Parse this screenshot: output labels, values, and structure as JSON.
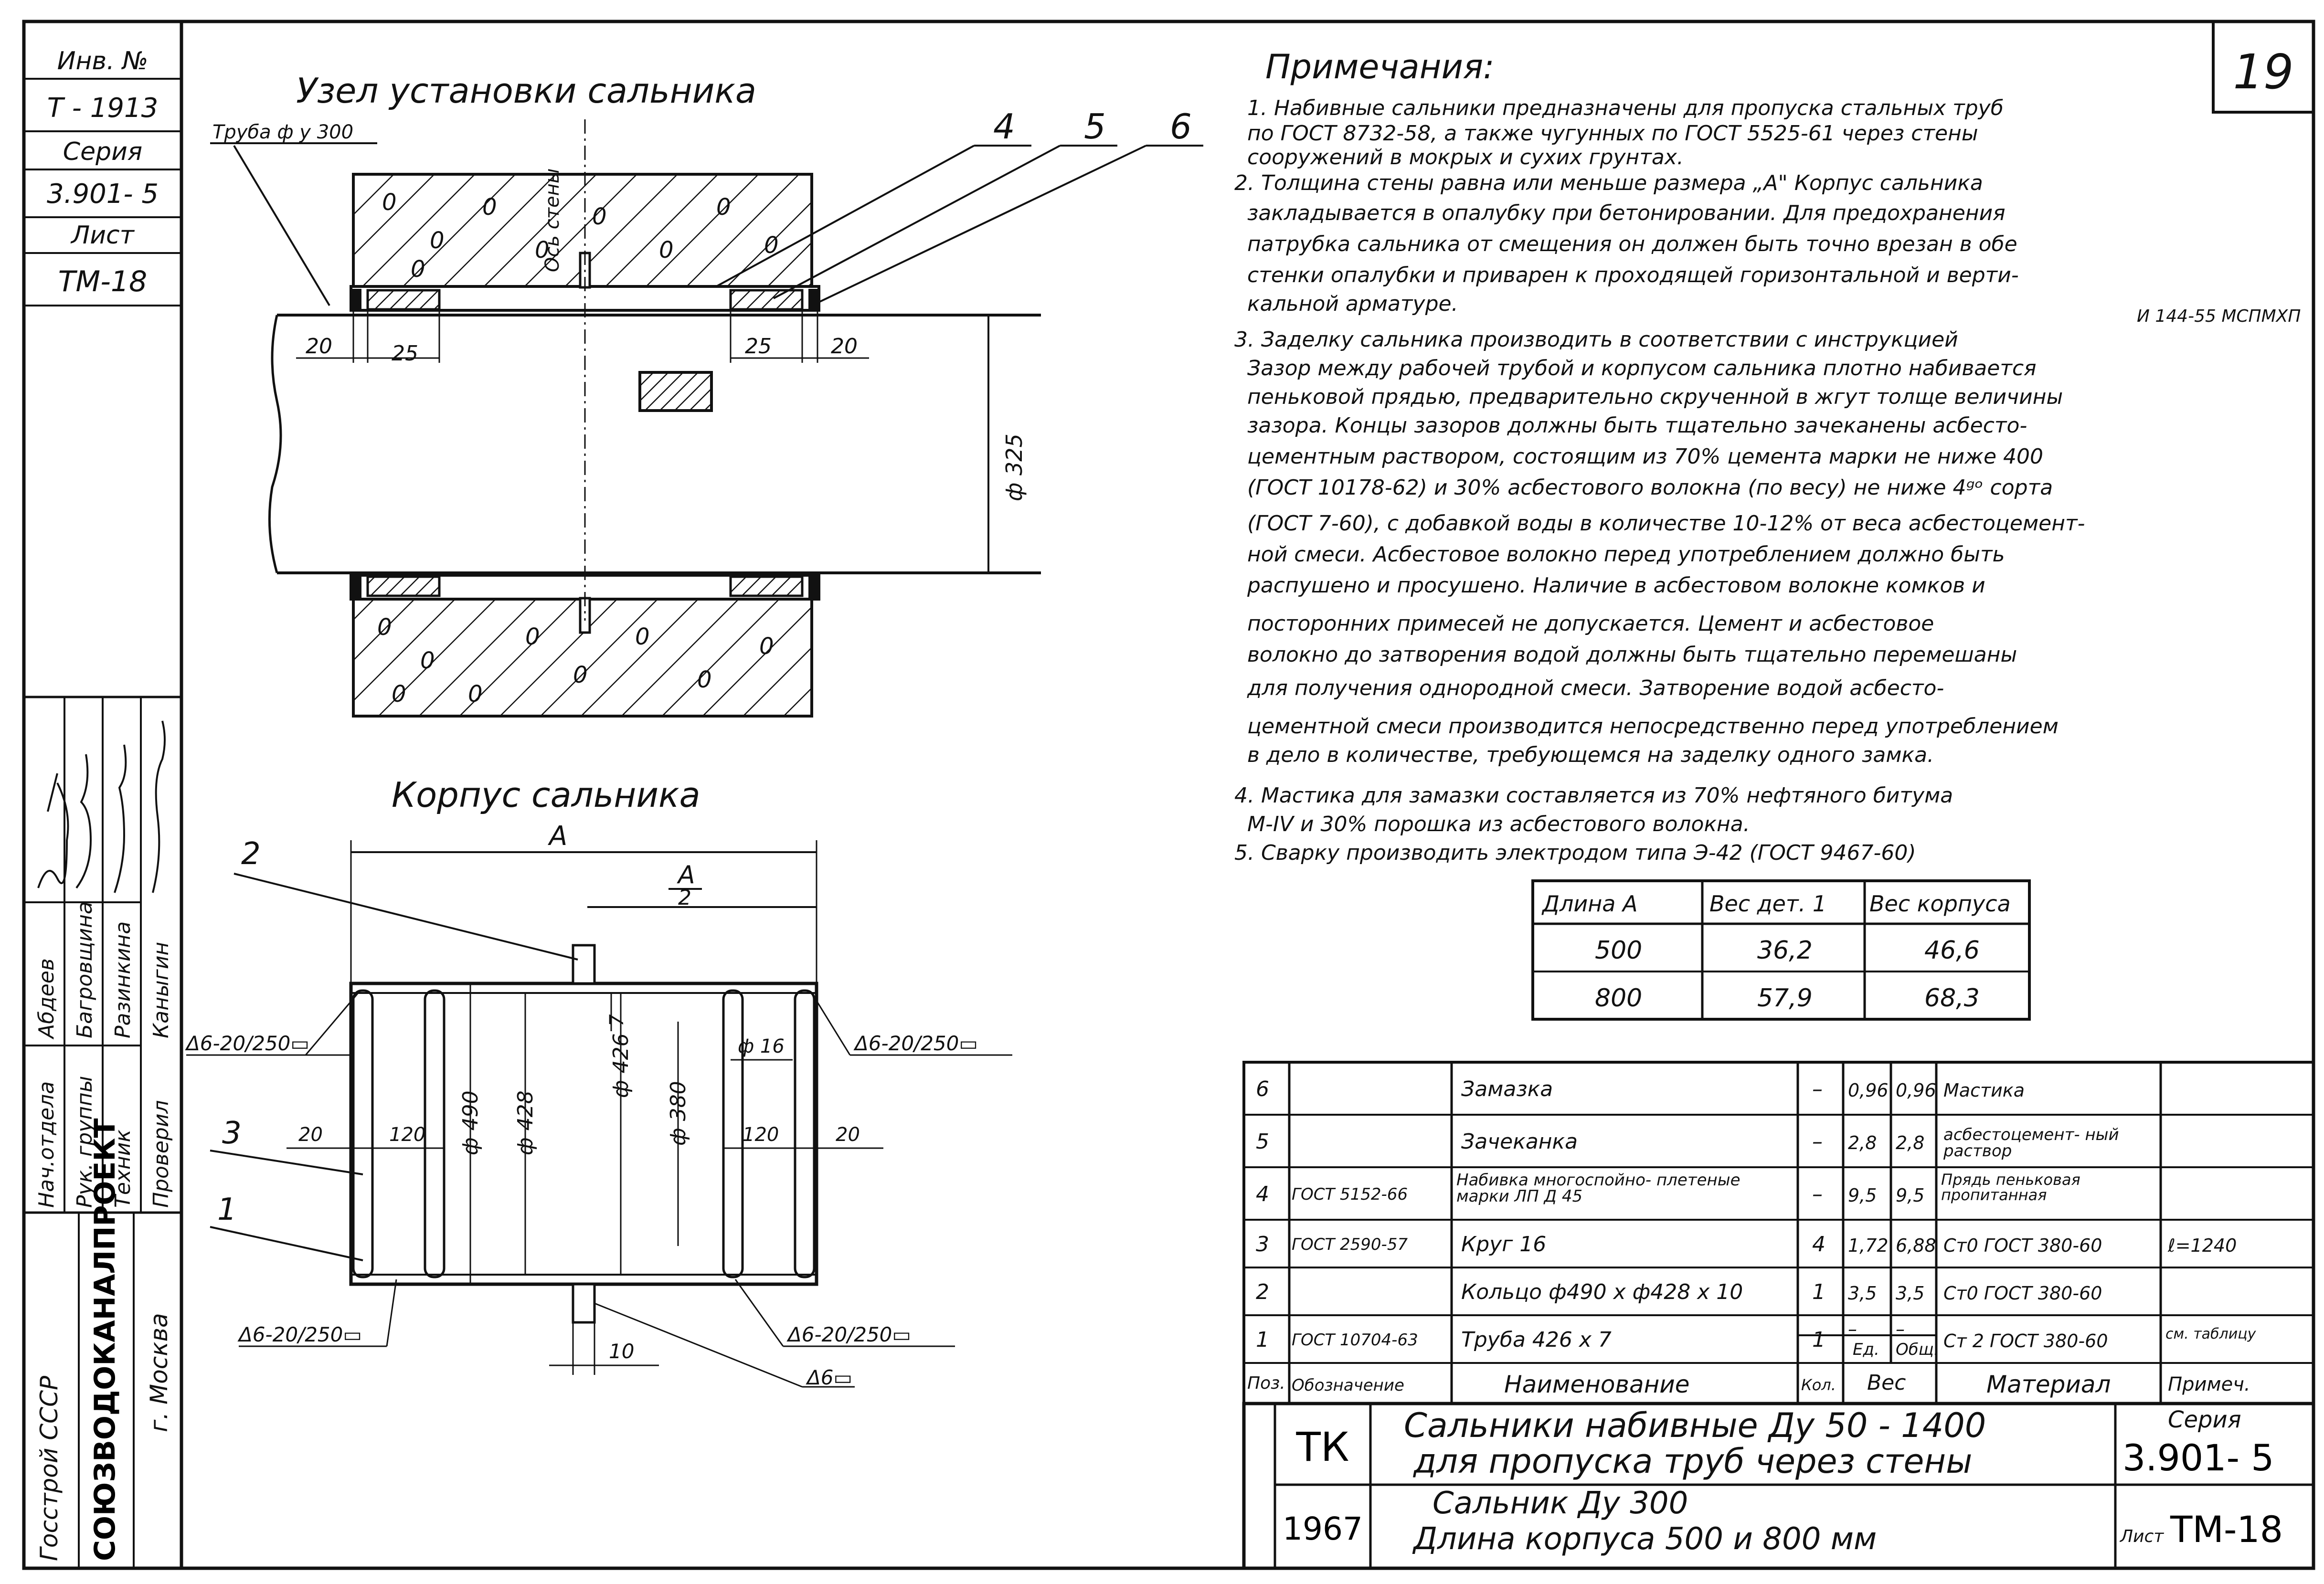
{
  "left_stamp": {
    "inv_no_label": "Инв. №",
    "inv_no": "Т - 1913",
    "series_label": "Серия",
    "series": "3.901- 5",
    "sheet_label": "Лист",
    "sheet": "ТМ-18",
    "roles": [
      "Нач.отдела",
      "Рук. группы",
      "Техник",
      "Проверил"
    ],
    "names": [
      "Абдеев",
      "Багровщина",
      "Разинкина",
      "Каныгин"
    ],
    "org_1": "Госстрой СССР",
    "org_2": "СОЮЗВОДОКАНАЛПРОЕКТ",
    "org_3": "г. Москва"
  },
  "page_number": "19",
  "drawing_1": {
    "title": "Узел установки сальника",
    "pipe_label": "Труба ф у 300",
    "wall_axis": "Ось стены",
    "callouts": [
      "4",
      "5",
      "6"
    ],
    "dims": [
      "20",
      "25",
      "25",
      "20"
    ],
    "diameter": "ф 325"
  },
  "drawing_2": {
    "title": "Корпус сальника",
    "dim_a": "А",
    "dim_a_half_num": "А",
    "dim_a_half_den": "2",
    "callouts": [
      "2",
      "3",
      "1"
    ],
    "weld_1": "Δ6-20/250▭",
    "weld_2": "Δ6-20/250▭",
    "weld_3": "Δ6-20/250▭",
    "weld_4": "Δ6-20/250▭",
    "weld_5": "Δ6▭",
    "dims_horizontal": [
      "20",
      "120",
      "120",
      "20"
    ],
    "dims_vertical": [
      "ф 490",
      "ф 428",
      "ф 426",
      "ф 380"
    ],
    "dim_7": "7",
    "dim_16": "ф 16",
    "dim_10": "10"
  },
  "notes": {
    "title": "Примечания:",
    "lines": [
      "1. Набивные сальники предназначены для пропуска стальных труб",
      "по ГОСТ 8732-58, а также чугунных по ГОСТ 5525-61 через стены",
      "сооружений в мокрых и сухих грунтах.",
      "2. Толщина стены равна или меньше размера „А\" Корпус сальника",
      "закладывается в опалубку при бетонировании. Для предохранения",
      "патрубка сальника от смещения он должен быть точно врезан в обе",
      "стенки опалубки и приварен к проходящей горизонтальной и верти-",
      "кальной арматуре.",
      "3. Заделку сальника производить в соответствии с инструкцией",
      "Зазор между рабочей трубой и корпусом сальника плотно набивается",
      "пеньковой прядью, предварительно скрученной в жгут толще величины",
      "зазора. Концы зазоров должны быть тщательно зачеканены асбесто-",
      "цементным раствором, состоящим из 70% цемента марки не ниже 400",
      "(ГОСТ 10178-62) и 30% асбестового волокна (по весу) не ниже 4ᵍᵒ сорта",
      "(ГОСТ 7-60), с добавкой воды в количестве 10-12% от веса асбестоцемент-",
      "ной смеси. Асбестовое волокно перед употреблением должно быть",
      "распушено и просушено. Наличие в асбестовом волокне комков и",
      "посторонних примесей не допускается. Цемент и асбестовое",
      "волокно до затворения водой должны быть тщательно перемешаны",
      "для получения однородной смеси. Затворение водой асбесто-",
      "цементной смеси производится непосредственно перед употреблением",
      "в дело в количестве, требующемся на заделку одного замка.",
      "4. Мастика для замазки составляется из 70% нефтяного битума",
      "М-IV и 30% порошка из асбестового волокна.",
      "5. Сварку производить электродом типа Э-42 (ГОСТ 9467-60)"
    ],
    "ref": "И 144-55 МСПМХП"
  },
  "weight_table": {
    "headers": [
      "Длина А",
      "Вес дет. 1",
      "Вес корпуса"
    ],
    "rows": [
      [
        "500",
        "36,2",
        "46,6"
      ],
      [
        "800",
        "57,9",
        "68,3"
      ]
    ]
  },
  "spec_table": {
    "rows": [
      {
        "pos": "6",
        "doc": "",
        "name": "Замазка",
        "qty": "–",
        "unit": "0,96",
        "total": "0,96",
        "material": "Мастика",
        "note": ""
      },
      {
        "pos": "5",
        "doc": "",
        "name": "Зачеканка",
        "qty": "–",
        "unit": "2,8",
        "total": "2,8",
        "material": "асбестоцемент- ный раствор",
        "note": ""
      },
      {
        "pos": "4",
        "doc": "ГОСТ 5152-66",
        "name": "Набивка многоспойно- плетеные марки ЛП Д 45",
        "qty": "–",
        "unit": "9,5",
        "total": "9,5",
        "material": "Прядь пеньковая пропитанная",
        "note": ""
      },
      {
        "pos": "3",
        "doc": "ГОСТ 2590-57",
        "name": "Круг 16",
        "qty": "4",
        "unit": "1,72",
        "total": "6,88",
        "material": "Ст0 ГОСТ 380-60",
        "note": "ℓ=1240"
      },
      {
        "pos": "2",
        "doc": "",
        "name": "Кольцо ф490 х ф428 х 10",
        "qty": "1",
        "unit": "3,5",
        "total": "3,5",
        "material": "Ст0 ГОСТ 380-60",
        "note": ""
      },
      {
        "pos": "1",
        "doc": "ГОСТ 10704-63",
        "name": "Труба 426 х 7",
        "qty": "1",
        "unit": "–",
        "total": "–",
        "material": "Ст 2 ГОСТ 380-60",
        "note": "см. таблицу"
      }
    ],
    "weight_sub": [
      "Ед.",
      "Общ."
    ],
    "header": [
      "Поз.",
      "Обозначение",
      "Наименование",
      "Кол.",
      "Вес",
      "Материал",
      "Примеч."
    ]
  },
  "title_block": {
    "tk": "ТК",
    "year": "1967",
    "title_1": "Сальники набивные Ду 50 - 1400",
    "title_2": "для пропуска труб через стены",
    "subtitle_1": "Сальник Ду 300",
    "subtitle_2": "Длина корпуса 500 и 800 мм",
    "series_label": "Серия",
    "series": "3.901- 5",
    "sheet_label": "Лист",
    "sheet": "ТМ-18"
  }
}
